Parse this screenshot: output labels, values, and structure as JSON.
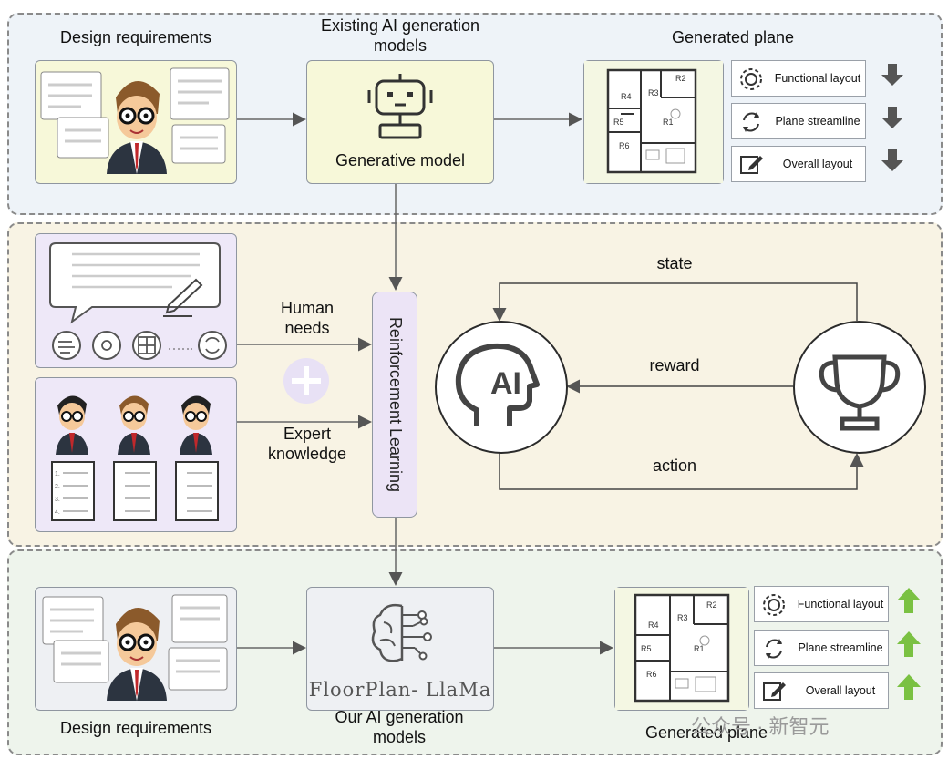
{
  "top": {
    "design_requirements": "Design requirements",
    "existing_title": "Existing AI generation models",
    "generative_model": "Generative model",
    "generated_plane": "Generated plane",
    "metrics": [
      "Functional layout",
      "Plane streamline",
      "Overall layout"
    ],
    "trend": "down"
  },
  "middle": {
    "human_needs": "Human needs",
    "expert_knowledge": "Expert knowledge",
    "reinforcement_learning": "Reinforcement Learning",
    "ai_label": "AI",
    "state": "state",
    "reward": "reward",
    "action": "action",
    "list_numbers": [
      "1.",
      "2.",
      "3.",
      "4."
    ]
  },
  "bottom": {
    "design_requirements": "Design requirements",
    "model_name": "FloorPlan- LlaMa",
    "our_models": "Our AI generation models",
    "generated_plane": "Generated plane",
    "metrics": [
      "Functional layout",
      "Plane streamline",
      "Overall layout"
    ],
    "trend": "up"
  },
  "floorplan_labels": [
    "R4",
    "R3",
    "R2",
    "R5",
    "R1",
    "R6"
  ],
  "watermark": "公众号 · 新智元",
  "colors": {
    "down_arrow": "#555555",
    "up_arrow": "#7ac142",
    "accent_purple": "#ece4f6"
  }
}
